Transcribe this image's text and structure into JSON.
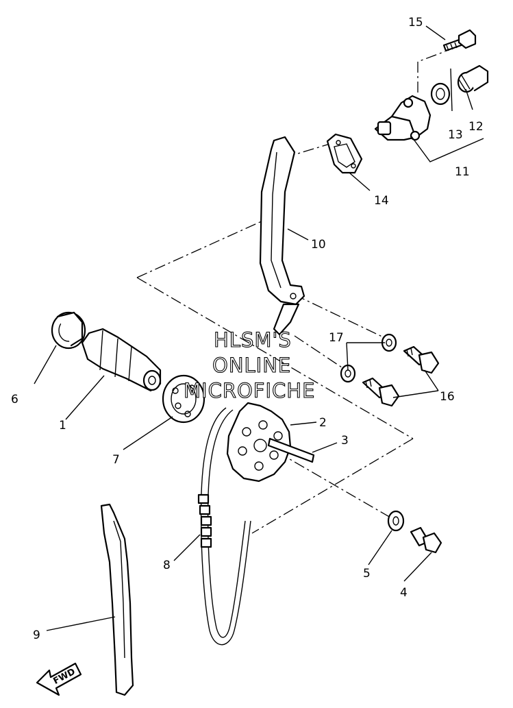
{
  "diagram": {
    "callouts": {
      "c1": "1",
      "c2": "2",
      "c3": "3",
      "c4": "4",
      "c5": "5",
      "c6": "6",
      "c7": "7",
      "c8": "8",
      "c9": "9",
      "c10": "10",
      "c11": "11",
      "c12": "12",
      "c13": "13",
      "c14": "14",
      "c15": "15",
      "c16": "16",
      "c17": "17"
    },
    "watermark": {
      "line1": "HLSM'S",
      "line2": "ONLINE",
      "line3": "MICROFICHE"
    },
    "fwd_marker": "FWD"
  }
}
